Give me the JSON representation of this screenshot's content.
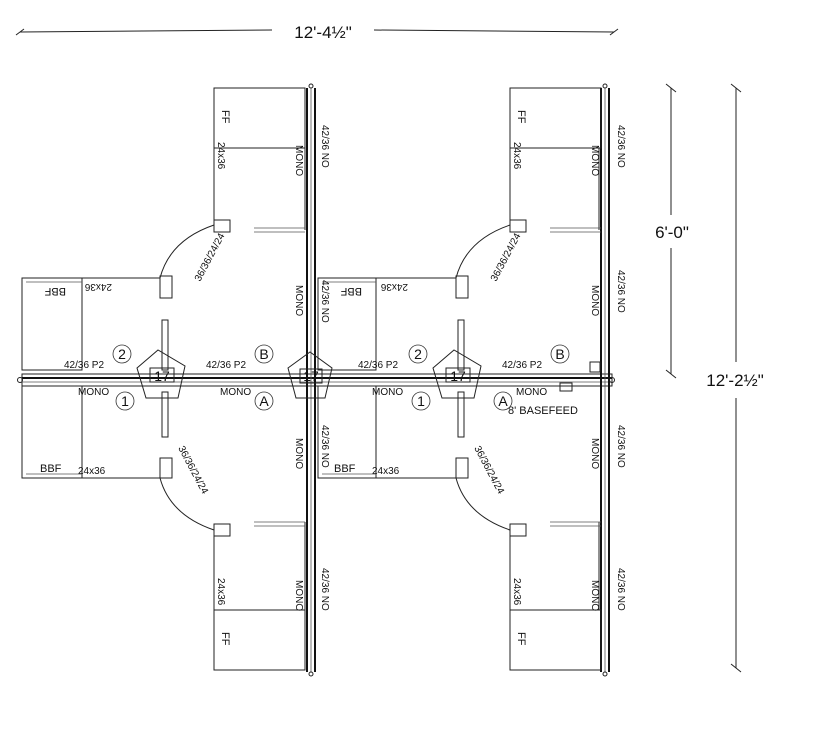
{
  "dimensions": {
    "overall_width": "12'-4½\"",
    "half_depth": "6'-0\"",
    "overall_depth": "12'-2½\""
  },
  "labels": {
    "ff": "FF",
    "bbf": "BBF",
    "size_24x36": "24x36",
    "mono": "MONO",
    "panel_42_36_no": "42/36 NO",
    "panel_42_36_p2": "42/36 P2",
    "corner": "36/36/24/24",
    "basefeed": "8' BASEFEED"
  },
  "bubbles": {
    "two": "2",
    "one": "1",
    "a": "A",
    "b": "B",
    "one_seven": "17"
  },
  "colors": {
    "line": "#222222",
    "background": "#ffffff"
  }
}
